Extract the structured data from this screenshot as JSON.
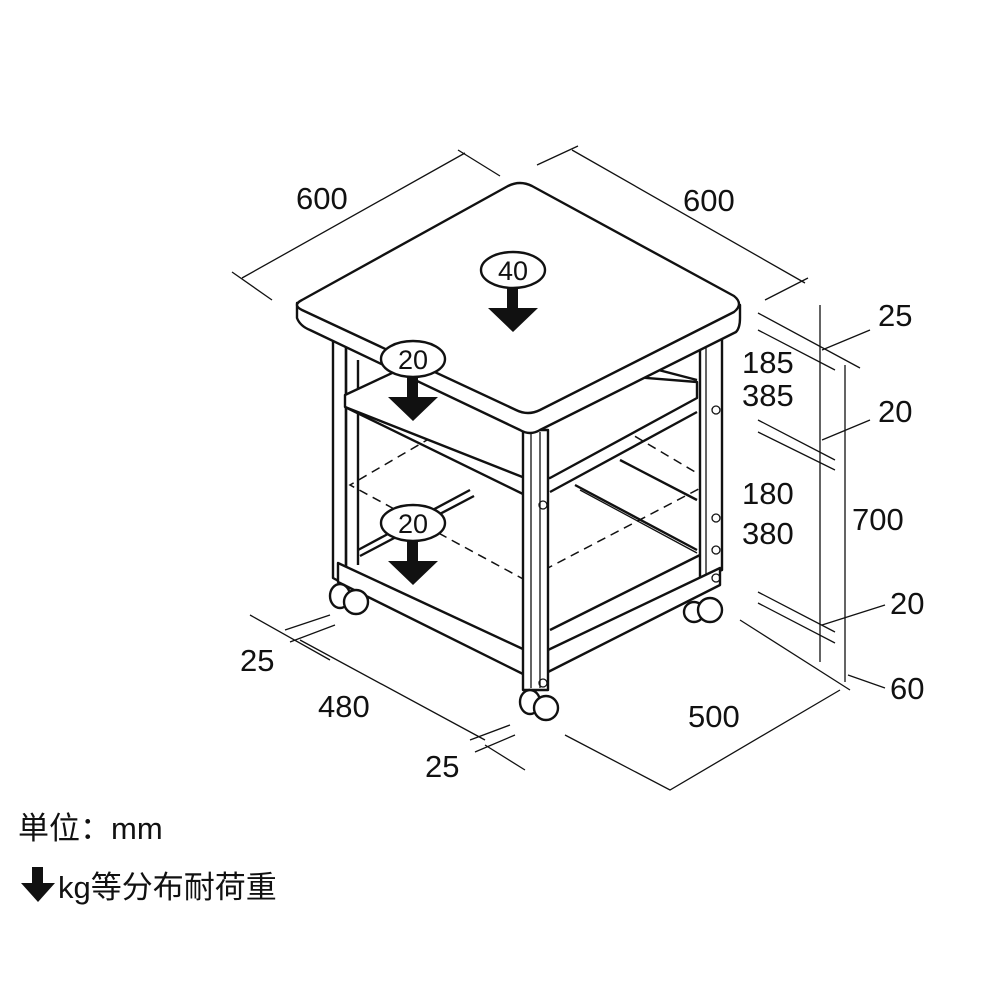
{
  "dimensions": {
    "top_width": "600",
    "top_depth": "600",
    "top_thickness": "25",
    "upper_gap_a": "185",
    "upper_gap_b": "385",
    "middle_shelf_thickness": "20",
    "lower_gap_a": "180",
    "lower_gap_b": "380",
    "total_height": "700",
    "bottom_shelf_thickness": "20",
    "caster_height": "60",
    "left_offset": "25",
    "inner_width": "480",
    "right_offset": "25",
    "base_depth": "500"
  },
  "loads": {
    "top": "40",
    "middle": "20",
    "bottom": "20"
  },
  "legend": {
    "unit": "単位：mm",
    "load_note": "kg等分布耐荷重"
  }
}
